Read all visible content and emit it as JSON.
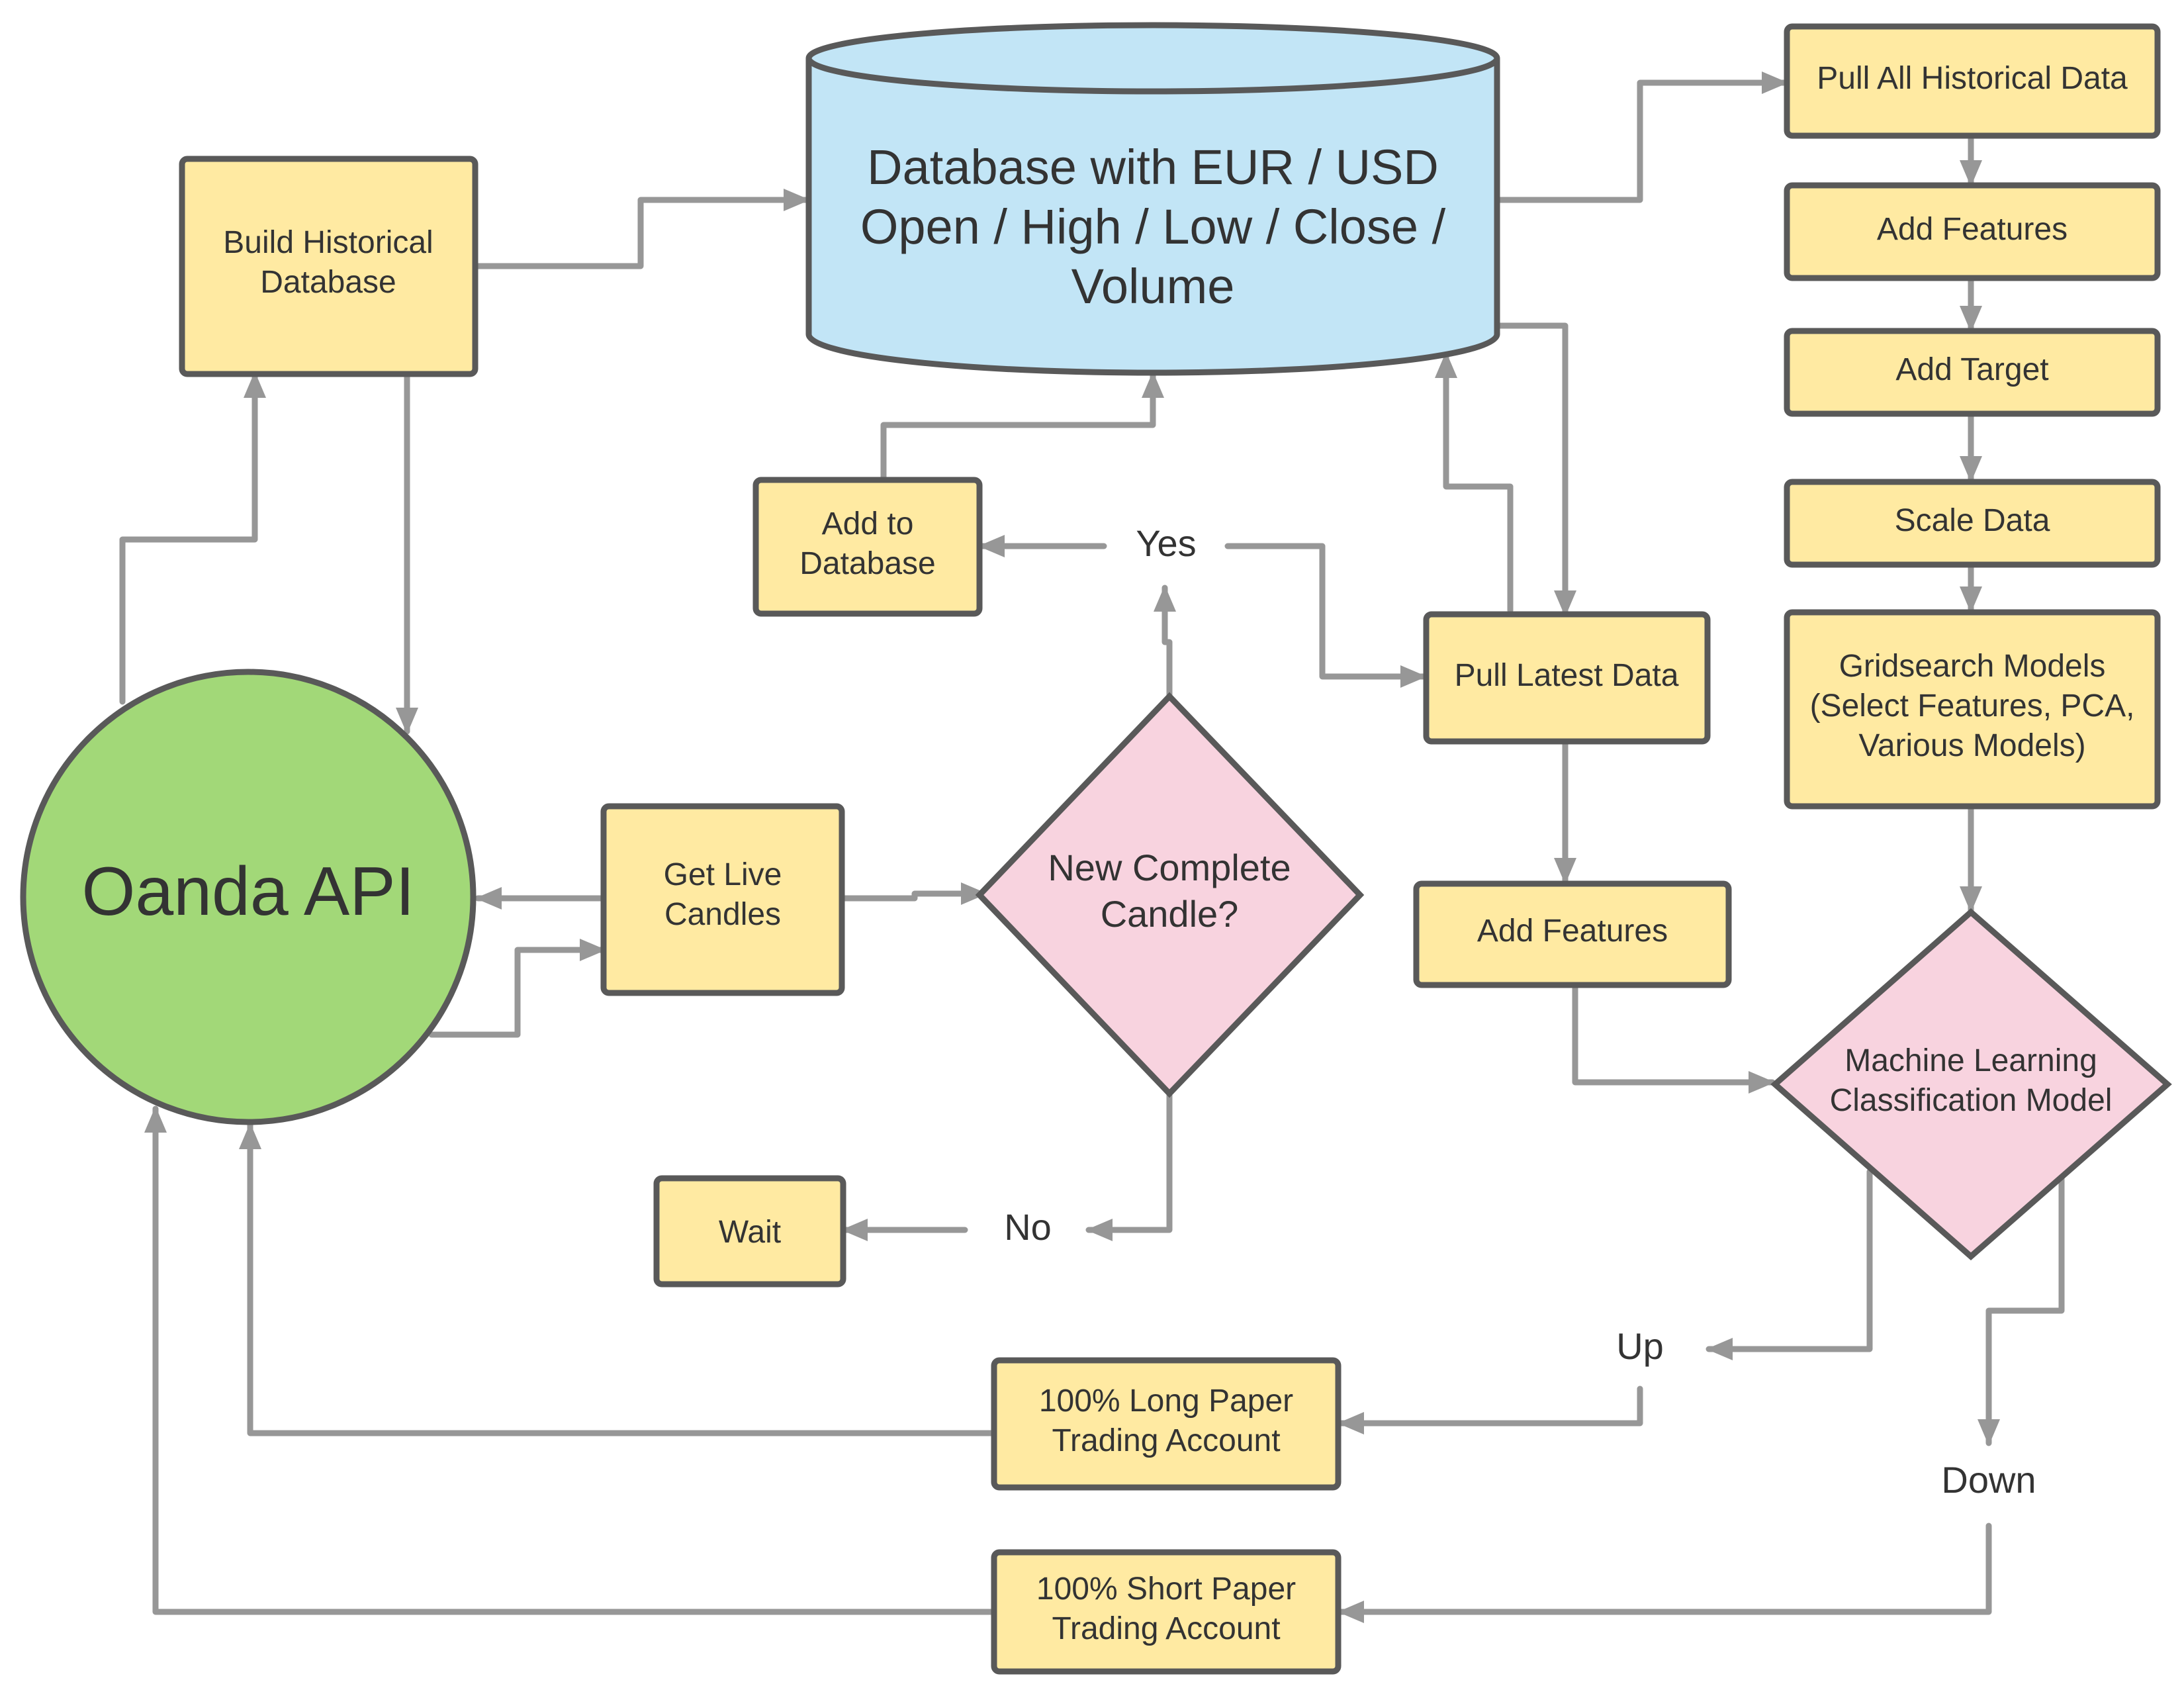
{
  "colors": {
    "process": "#ffeaa2",
    "decision": "#f8d3df",
    "api": "#a2d878",
    "database": "#c2e5f6",
    "border": "#595959",
    "connector": "#979797",
    "text": "#333333"
  },
  "nodes": {
    "oanda_api": {
      "label": "Oanda API"
    },
    "build_db": {
      "line1": "Build Historical",
      "line2": "Database"
    },
    "database": {
      "line1": "Database with EUR / USD",
      "line2": "Open / High / Low / Close /",
      "line3": "Volume"
    },
    "add_to_db": {
      "line1": "Add to",
      "line2": "Database"
    },
    "get_live": {
      "line1": "Get Live",
      "line2": "Candles"
    },
    "new_candle": {
      "line1": "New Complete",
      "line2": "Candle?"
    },
    "wait": {
      "label": "Wait"
    },
    "pull_latest": {
      "label": "Pull Latest Data"
    },
    "add_features_live": {
      "label": "Add Features"
    },
    "pull_all": {
      "label": "Pull All Historical Data"
    },
    "add_features": {
      "label": "Add Features"
    },
    "add_target": {
      "label": "Add Target"
    },
    "scale_data": {
      "label": "Scale Data"
    },
    "gridsearch": {
      "line1": "Gridsearch Models",
      "line2": "(Select Features, PCA,",
      "line3": "Various Models)"
    },
    "ml_model": {
      "line1": "Machine Learning",
      "line2": "Classification Model"
    },
    "long_account": {
      "line1": "100% Long Paper",
      "line2": "Trading Account"
    },
    "short_account": {
      "line1": "100% Short Paper",
      "line2": "Trading Account"
    }
  },
  "edge_labels": {
    "yes": "Yes",
    "no": "No",
    "up": "Up",
    "down": "Down"
  }
}
